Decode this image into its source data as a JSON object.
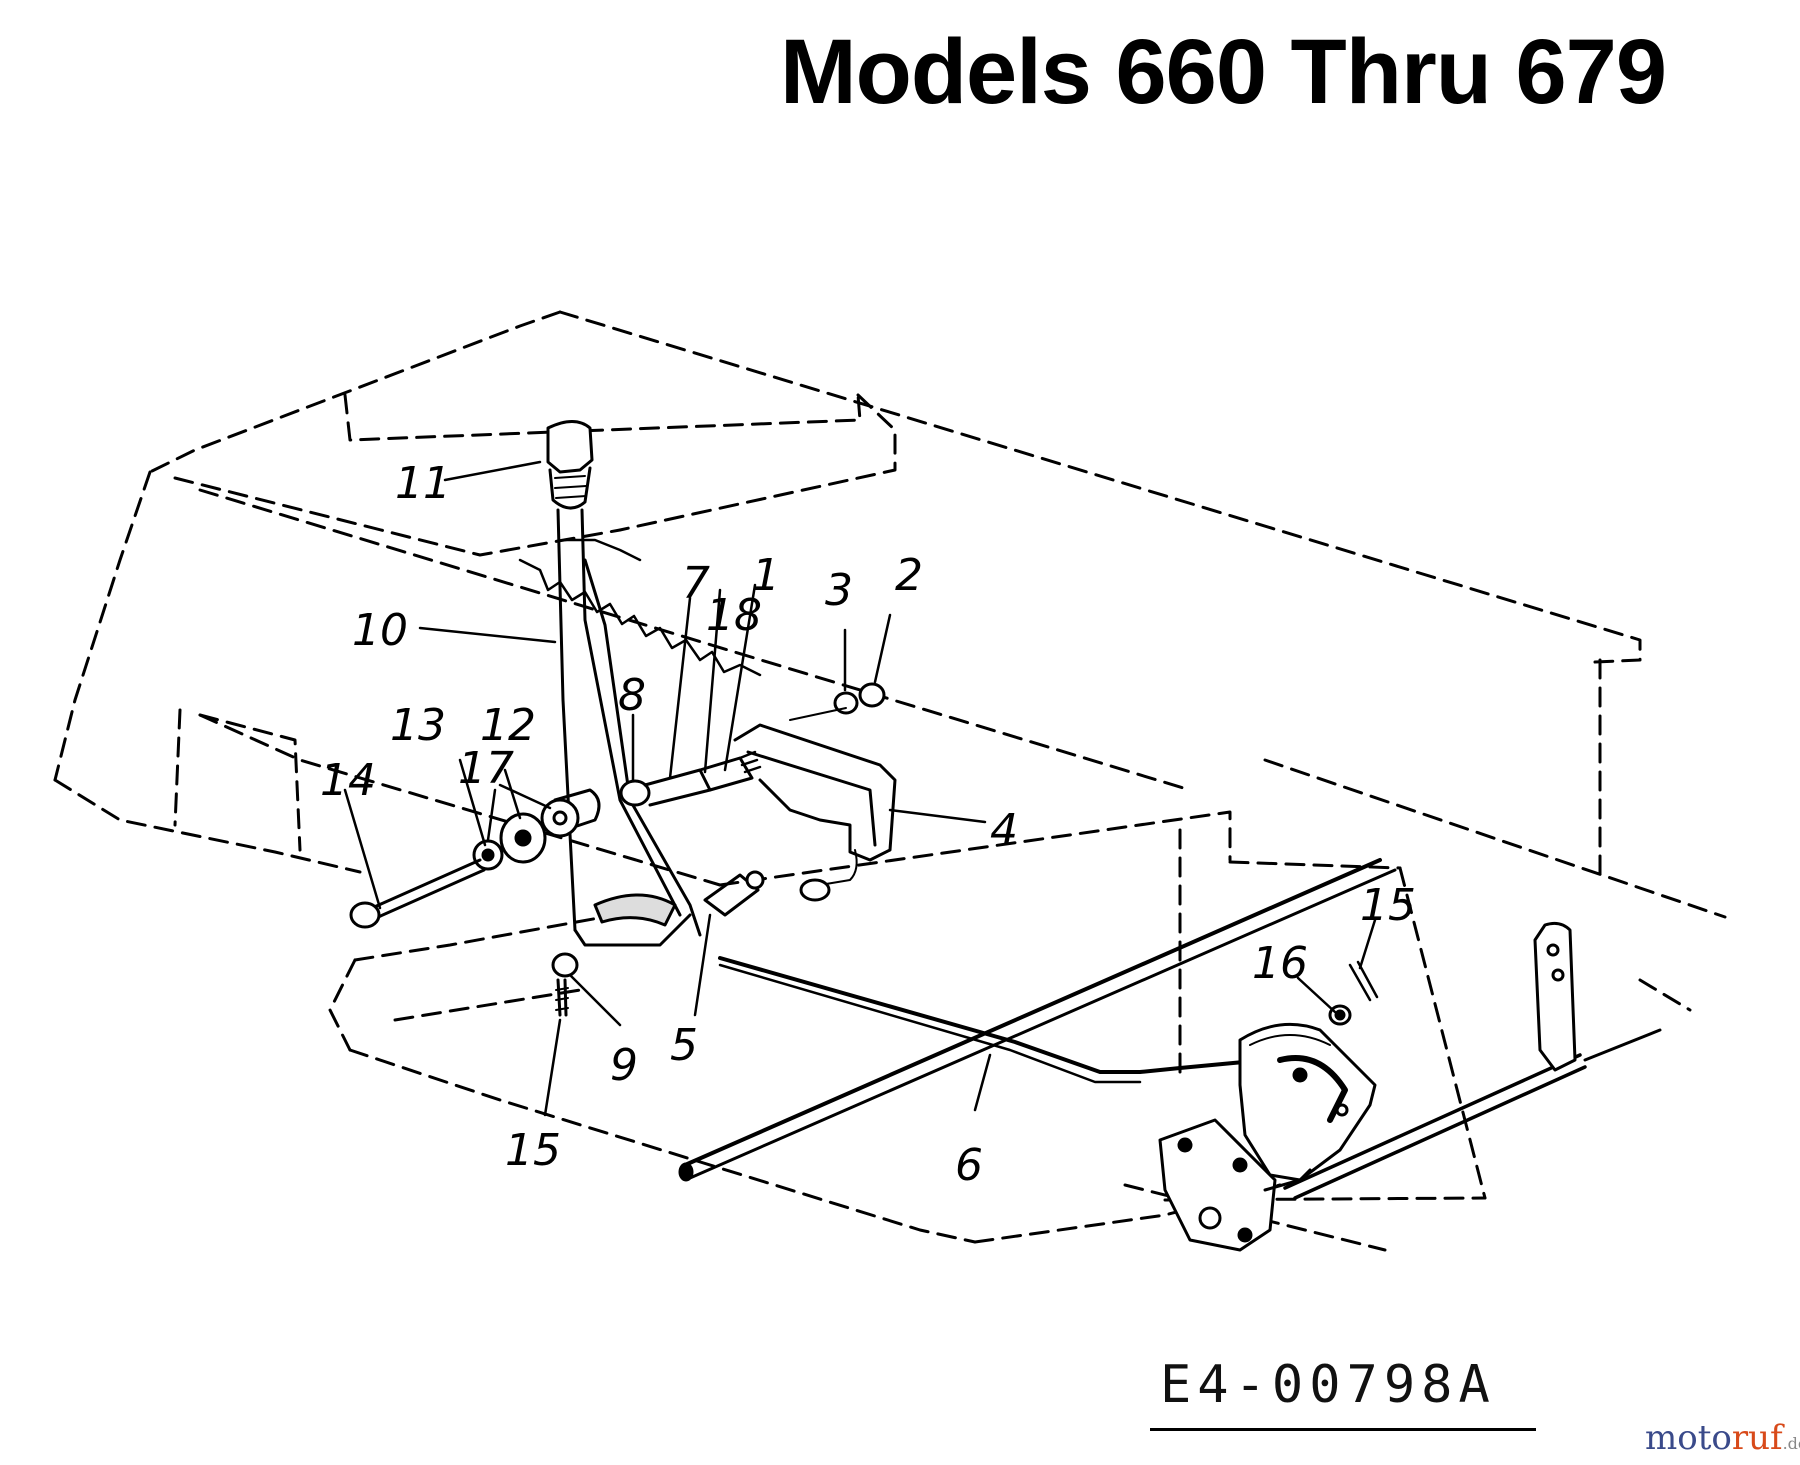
{
  "title": "Models 660 Thru 679",
  "drawing_number": "E4-00798A",
  "watermark": {
    "part1": "moto",
    "part2": "ruf",
    "suffix": ".de"
  },
  "callouts": {
    "c1": "1",
    "c2": "2",
    "c3": "3",
    "c4": "4",
    "c5": "5",
    "c6": "6",
    "c7": "7",
    "c8": "8",
    "c9": "9",
    "c10": "10",
    "c11": "11",
    "c12": "12",
    "c13": "13",
    "c14": "14",
    "c15a": "15",
    "c15b": "15",
    "c16": "16",
    "c17": "17",
    "c18": "18"
  }
}
